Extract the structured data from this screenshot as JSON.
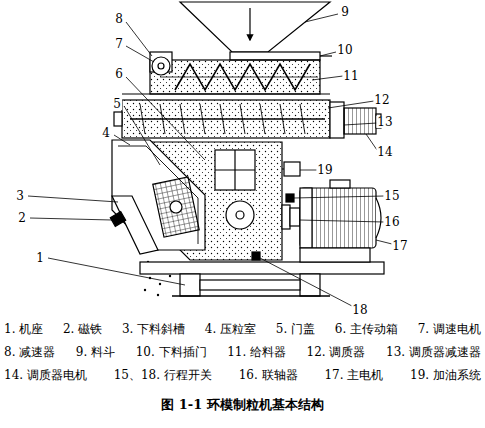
{
  "diagram": {
    "caption": "图 1-1 环模制粒机基本结构",
    "labels": [
      "9",
      "10",
      "11",
      "8",
      "7",
      "6",
      "5",
      "4",
      "3",
      "2",
      "1",
      "12",
      "13",
      "14",
      "19",
      "15",
      "16",
      "17",
      "18",
      "1. 机座",
      "2. 磁铁",
      "3. 下料斜槽",
      "4. 压粒室",
      "5. 门盖",
      "6. 主传动箱",
      "7. 调速电机",
      "8. 减速器",
      "9. 料斗",
      "10. 下料插门",
      "11. 给料器",
      "12. 调质器",
      "13. 调质器减速器",
      "14. 调质器电机",
      "15、18. 行程开关",
      "16. 联轴器",
      "17. 主电机",
      "19. 加油系统"
    ]
  }
}
